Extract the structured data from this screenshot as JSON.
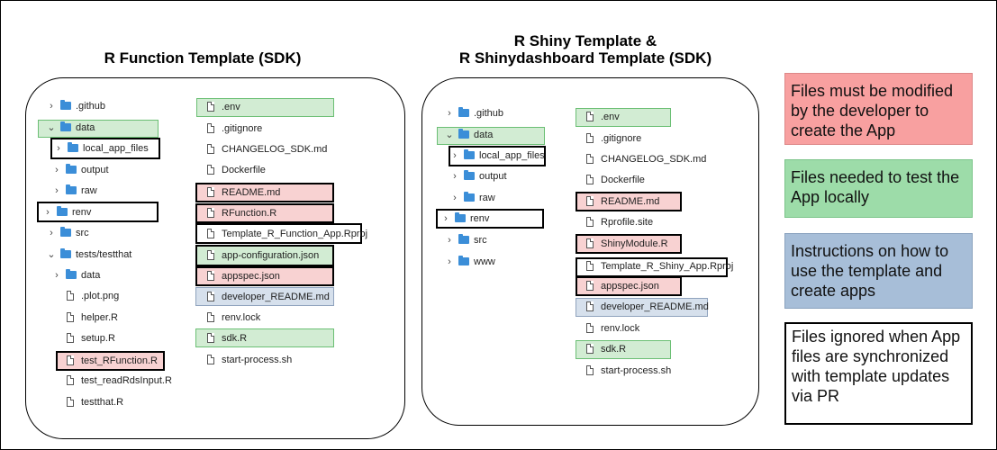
{
  "titles": {
    "left": "R Function Template (SDK)",
    "right_line1": "R Shiny Template &",
    "right_line2": "R Shinydashboard Template (SDK)"
  },
  "left_tree": [
    ".github",
    "data",
    "local_app_files",
    "output",
    "raw",
    "renv",
    "src",
    "tests/testthat",
    "data",
    ".plot.png",
    "helper.R",
    "setup.R",
    "test_RFunction.R",
    "test_readRdsInput.R",
    "testthat.R"
  ],
  "left_files": [
    ".env",
    ".gitignore",
    "CHANGELOG_SDK.md",
    "Dockerfile",
    "README.md",
    "RFunction.R",
    "Template_R_Function_App.Rproj",
    "app-configuration.json",
    "appspec.json",
    "developer_README.md",
    "renv.lock",
    "sdk.R",
    "start-process.sh"
  ],
  "right_tree": [
    ".github",
    "data",
    "local_app_files",
    "output",
    "raw",
    "renv",
    "src",
    "www"
  ],
  "right_files": [
    ".env",
    ".gitignore",
    "CHANGELOG_SDK.md",
    "Dockerfile",
    "README.md",
    "Rprofile.site",
    "ShinyModule.R",
    "Template_R_Shiny_App.Rproj",
    "appspec.json",
    "developer_README.md",
    "renv.lock",
    "sdk.R",
    "start-process.sh"
  ],
  "legend": {
    "red": "Files must be modified by the developer to create the App",
    "green": "Files needed to test the App locally",
    "blue": "Instructions on how to use the template and create apps",
    "black": "Files ignored when App files are synchronized with template updates via PR"
  },
  "colors": {
    "red_fill": "#f8a0a0",
    "green_fill": "#9ddca9",
    "blue_fill": "#a7bed8",
    "folder_icon": "#3b8ed8"
  }
}
